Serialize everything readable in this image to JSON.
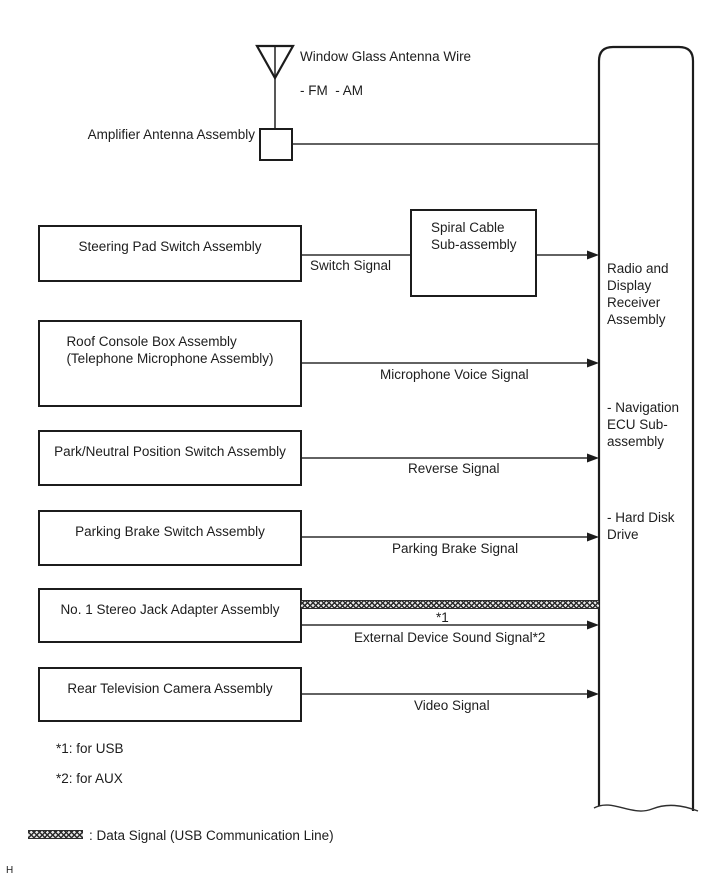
{
  "antenna": {
    "wire_label": "Window Glass Antenna Wire",
    "band_label": "- FM  - AM",
    "amplifier_label": "Amplifier Antenna Assembly"
  },
  "source_boxes": [
    {
      "label": "Steering Pad Switch Assembly"
    },
    {
      "label": "Roof Console Box Assembly\n(Telephone Microphone Assembly)"
    },
    {
      "label": "Park/Neutral Position Switch Assembly"
    },
    {
      "label": "Parking Brake Switch Assembly"
    },
    {
      "label": "No. 1 Stereo Jack Adapter Assembly"
    },
    {
      "label": "Rear Television Camera Assembly"
    }
  ],
  "spiral_cable": {
    "label": "Spiral Cable\nSub-assembly"
  },
  "signals": {
    "switch": "Switch Signal",
    "microphone": "Microphone Voice Signal",
    "reverse": "Reverse Signal",
    "parking_brake": "Parking Brake Signal",
    "usb_ref": "*1",
    "external_device": "External Device Sound Signal*2",
    "video": "Video Signal"
  },
  "receiver": {
    "title": "Radio and\nDisplay\nReceiver\nAssembly",
    "nav_ecu": "- Navigation\nECU Sub-\nassembly",
    "hdd": "- Hard Disk\nDrive"
  },
  "footnotes": {
    "usb": "*1: for USB",
    "aux": "*2: for AUX"
  },
  "legend": {
    "data_signal": ": Data Signal (USB Communication Line)"
  },
  "page_marker": "H",
  "colors": {
    "line": "#2e2e2e",
    "border": "#1c1c1c",
    "background": "#ffffff"
  }
}
